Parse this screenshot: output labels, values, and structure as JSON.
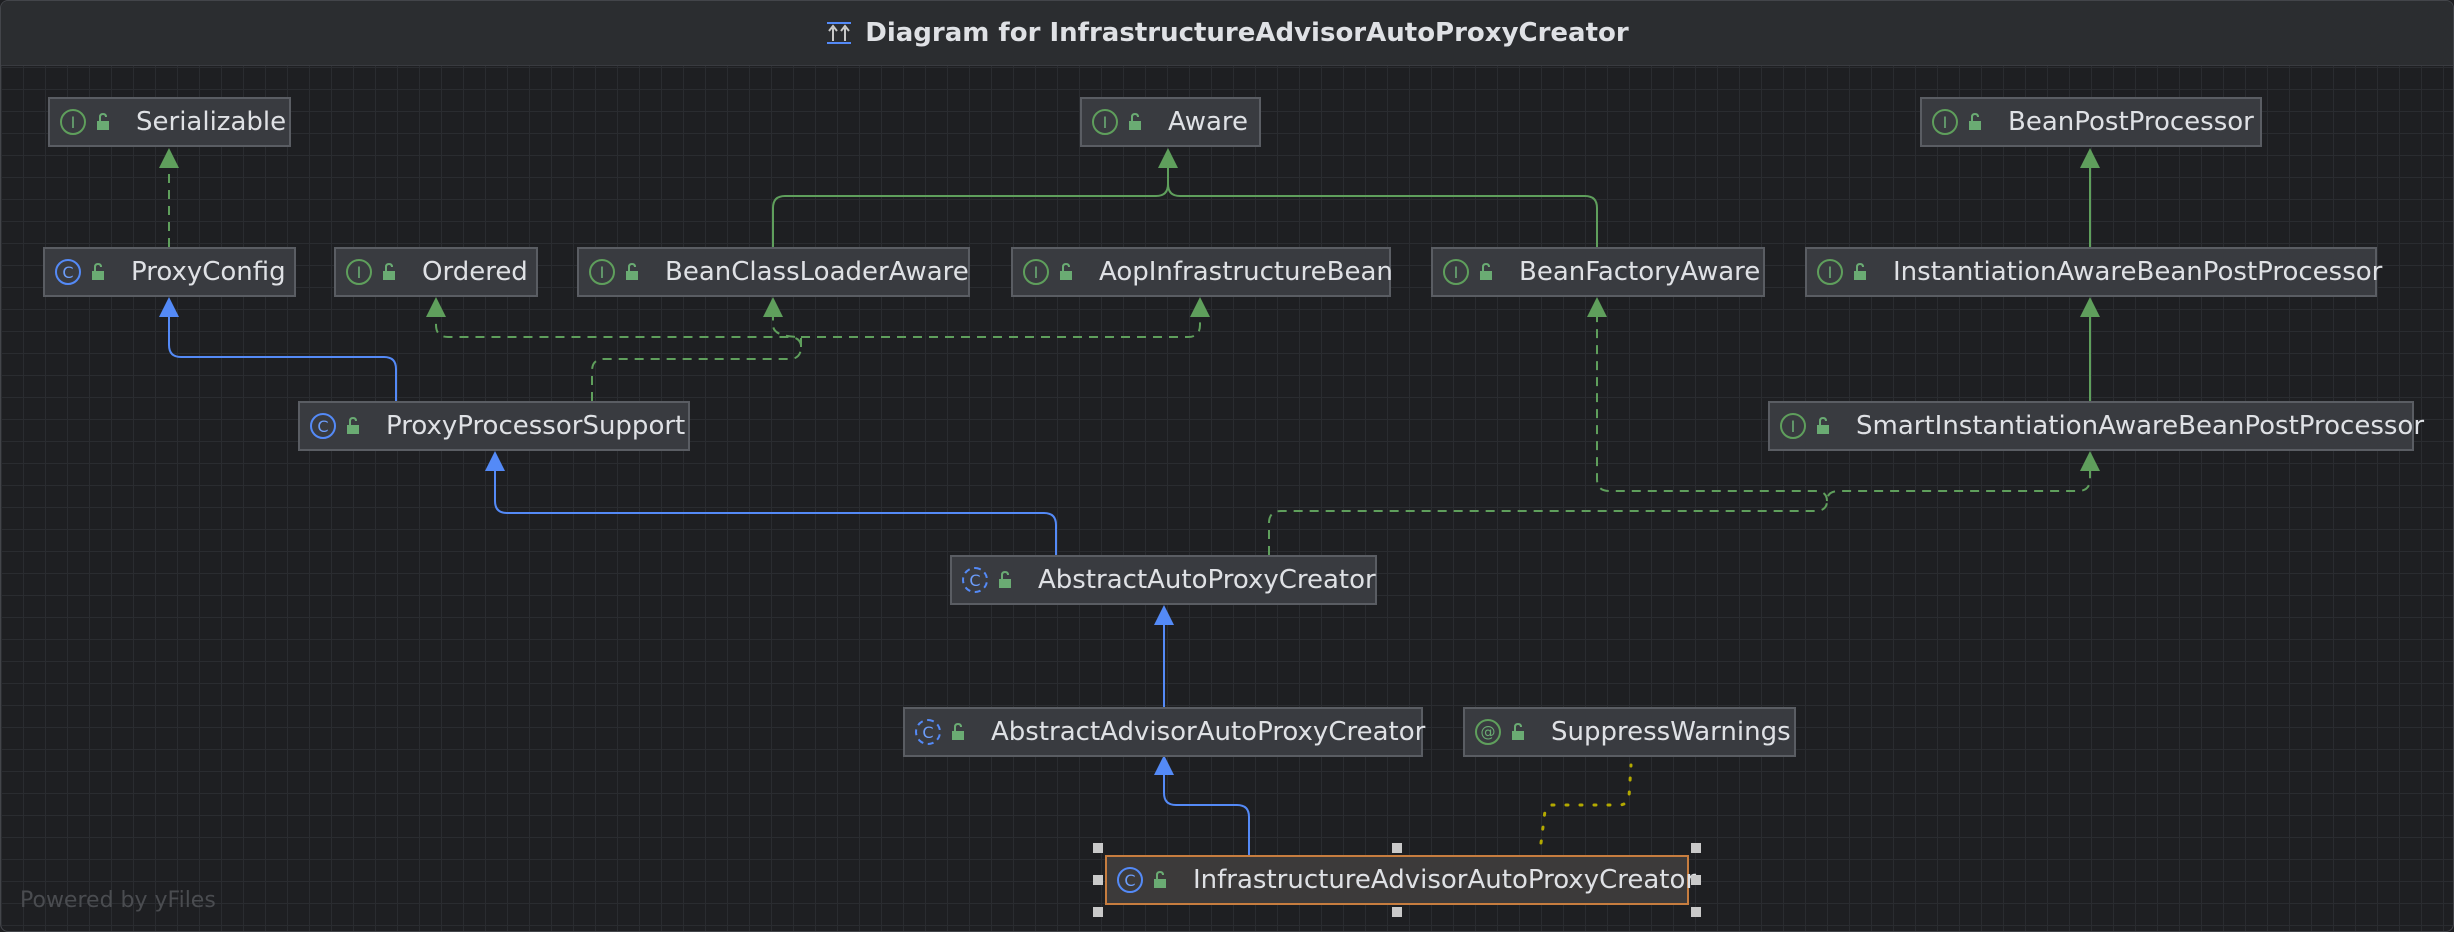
{
  "window": {
    "title": "Diagram for InfrastructureAdvisorAutoProxyCreator",
    "title_icon": "diagram-icon"
  },
  "watermark": "Powered by yFiles",
  "colors": {
    "background": "#1e1f22",
    "node_fill": "#393b40",
    "node_border": "#5a5d63",
    "implements_edge": "#5f9f5c",
    "extends_edge": "#548af7",
    "annotation_edge": "#b3a900",
    "selected_border": "#c77d3f"
  },
  "nodes": {
    "serializable": {
      "label": "Serializable",
      "kind": "interface",
      "badge": "I"
    },
    "aware": {
      "label": "Aware",
      "kind": "interface",
      "badge": "I"
    },
    "bean_post_processor": {
      "label": "BeanPostProcessor",
      "kind": "interface",
      "badge": "I"
    },
    "proxy_config": {
      "label": "ProxyConfig",
      "kind": "class",
      "badge": "C"
    },
    "ordered": {
      "label": "Ordered",
      "kind": "interface",
      "badge": "I"
    },
    "bean_class_loader_aware": {
      "label": "BeanClassLoaderAware",
      "kind": "interface",
      "badge": "I"
    },
    "aop_infrastructure_bean": {
      "label": "AopInfrastructureBean",
      "kind": "interface",
      "badge": "I"
    },
    "bean_factory_aware": {
      "label": "BeanFactoryAware",
      "kind": "interface",
      "badge": "I"
    },
    "instantiation_aware_bpp": {
      "label": "InstantiationAwareBeanPostProcessor",
      "kind": "interface",
      "badge": "I"
    },
    "proxy_processor_support": {
      "label": "ProxyProcessorSupport",
      "kind": "class",
      "badge": "C"
    },
    "smart_instantiation_aware_bpp": {
      "label": "SmartInstantiationAwareBeanPostProcessor",
      "kind": "interface",
      "badge": "I"
    },
    "abstract_auto_proxy_creator": {
      "label": "AbstractAutoProxyCreator",
      "kind": "abstract-class",
      "badge": "C"
    },
    "abstract_advisor_auto_proxy_creator": {
      "label": "AbstractAdvisorAutoProxyCreator",
      "kind": "abstract-class",
      "badge": "C"
    },
    "suppress_warnings": {
      "label": "SuppressWarnings",
      "kind": "annotation",
      "badge": "@"
    },
    "infrastructure_advisor_auto_proxy_creator": {
      "label": "InfrastructureAdvisorAutoProxyCreator",
      "kind": "class",
      "badge": "C",
      "selected": true
    }
  },
  "edges": [
    {
      "from": "proxy_config",
      "to": "serializable",
      "type": "implements"
    },
    {
      "from": "bean_class_loader_aware",
      "to": "aware",
      "type": "extends-interface"
    },
    {
      "from": "bean_factory_aware",
      "to": "aware",
      "type": "extends-interface"
    },
    {
      "from": "instantiation_aware_bpp",
      "to": "bean_post_processor",
      "type": "extends-interface"
    },
    {
      "from": "proxy_processor_support",
      "to": "proxy_config",
      "type": "extends"
    },
    {
      "from": "proxy_processor_support",
      "to": "ordered",
      "type": "implements"
    },
    {
      "from": "proxy_processor_support",
      "to": "bean_class_loader_aware",
      "type": "implements"
    },
    {
      "from": "proxy_processor_support",
      "to": "aop_infrastructure_bean",
      "type": "implements"
    },
    {
      "from": "smart_instantiation_aware_bpp",
      "to": "instantiation_aware_bpp",
      "type": "extends-interface"
    },
    {
      "from": "abstract_auto_proxy_creator",
      "to": "proxy_processor_support",
      "type": "extends"
    },
    {
      "from": "abstract_auto_proxy_creator",
      "to": "smart_instantiation_aware_bpp",
      "type": "implements"
    },
    {
      "from": "abstract_auto_proxy_creator",
      "to": "bean_factory_aware",
      "type": "implements"
    },
    {
      "from": "abstract_advisor_auto_proxy_creator",
      "to": "abstract_auto_proxy_creator",
      "type": "extends"
    },
    {
      "from": "infrastructure_advisor_auto_proxy_creator",
      "to": "abstract_advisor_auto_proxy_creator",
      "type": "extends"
    },
    {
      "from": "infrastructure_advisor_auto_proxy_creator",
      "to": "suppress_warnings",
      "type": "annotated-with"
    }
  ]
}
